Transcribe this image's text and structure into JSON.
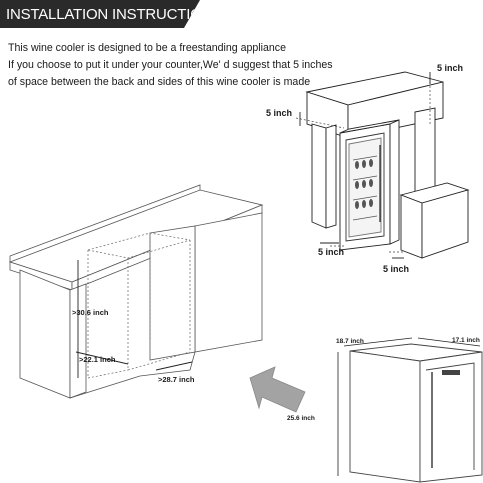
{
  "header": {
    "title": "INSTALLATION INSTRUCTIONS",
    "bg_color": "#2a2a2a"
  },
  "intro": {
    "line1": "This wine cooler is designed to be a freestanding appliance",
    "line2": "If you choose to put it under your counter,We' d suggest that 5 inches",
    "line3": "of space between the back and sides of this wine cooler is made"
  },
  "clearance_diagram": {
    "top": "5 inch",
    "back": "5 inch",
    "left_side": "5 inch",
    "right_side": "5 inch"
  },
  "counter_diagram": {
    "height": ">30.6 inch",
    "depth": ">22.1 inch",
    "width": ">28.7 inch"
  },
  "unit_diagram": {
    "width": "18.7 inch",
    "depth": "17.1 inch",
    "height": "25.6 inch"
  },
  "arrow_color": "#9a9a9a"
}
